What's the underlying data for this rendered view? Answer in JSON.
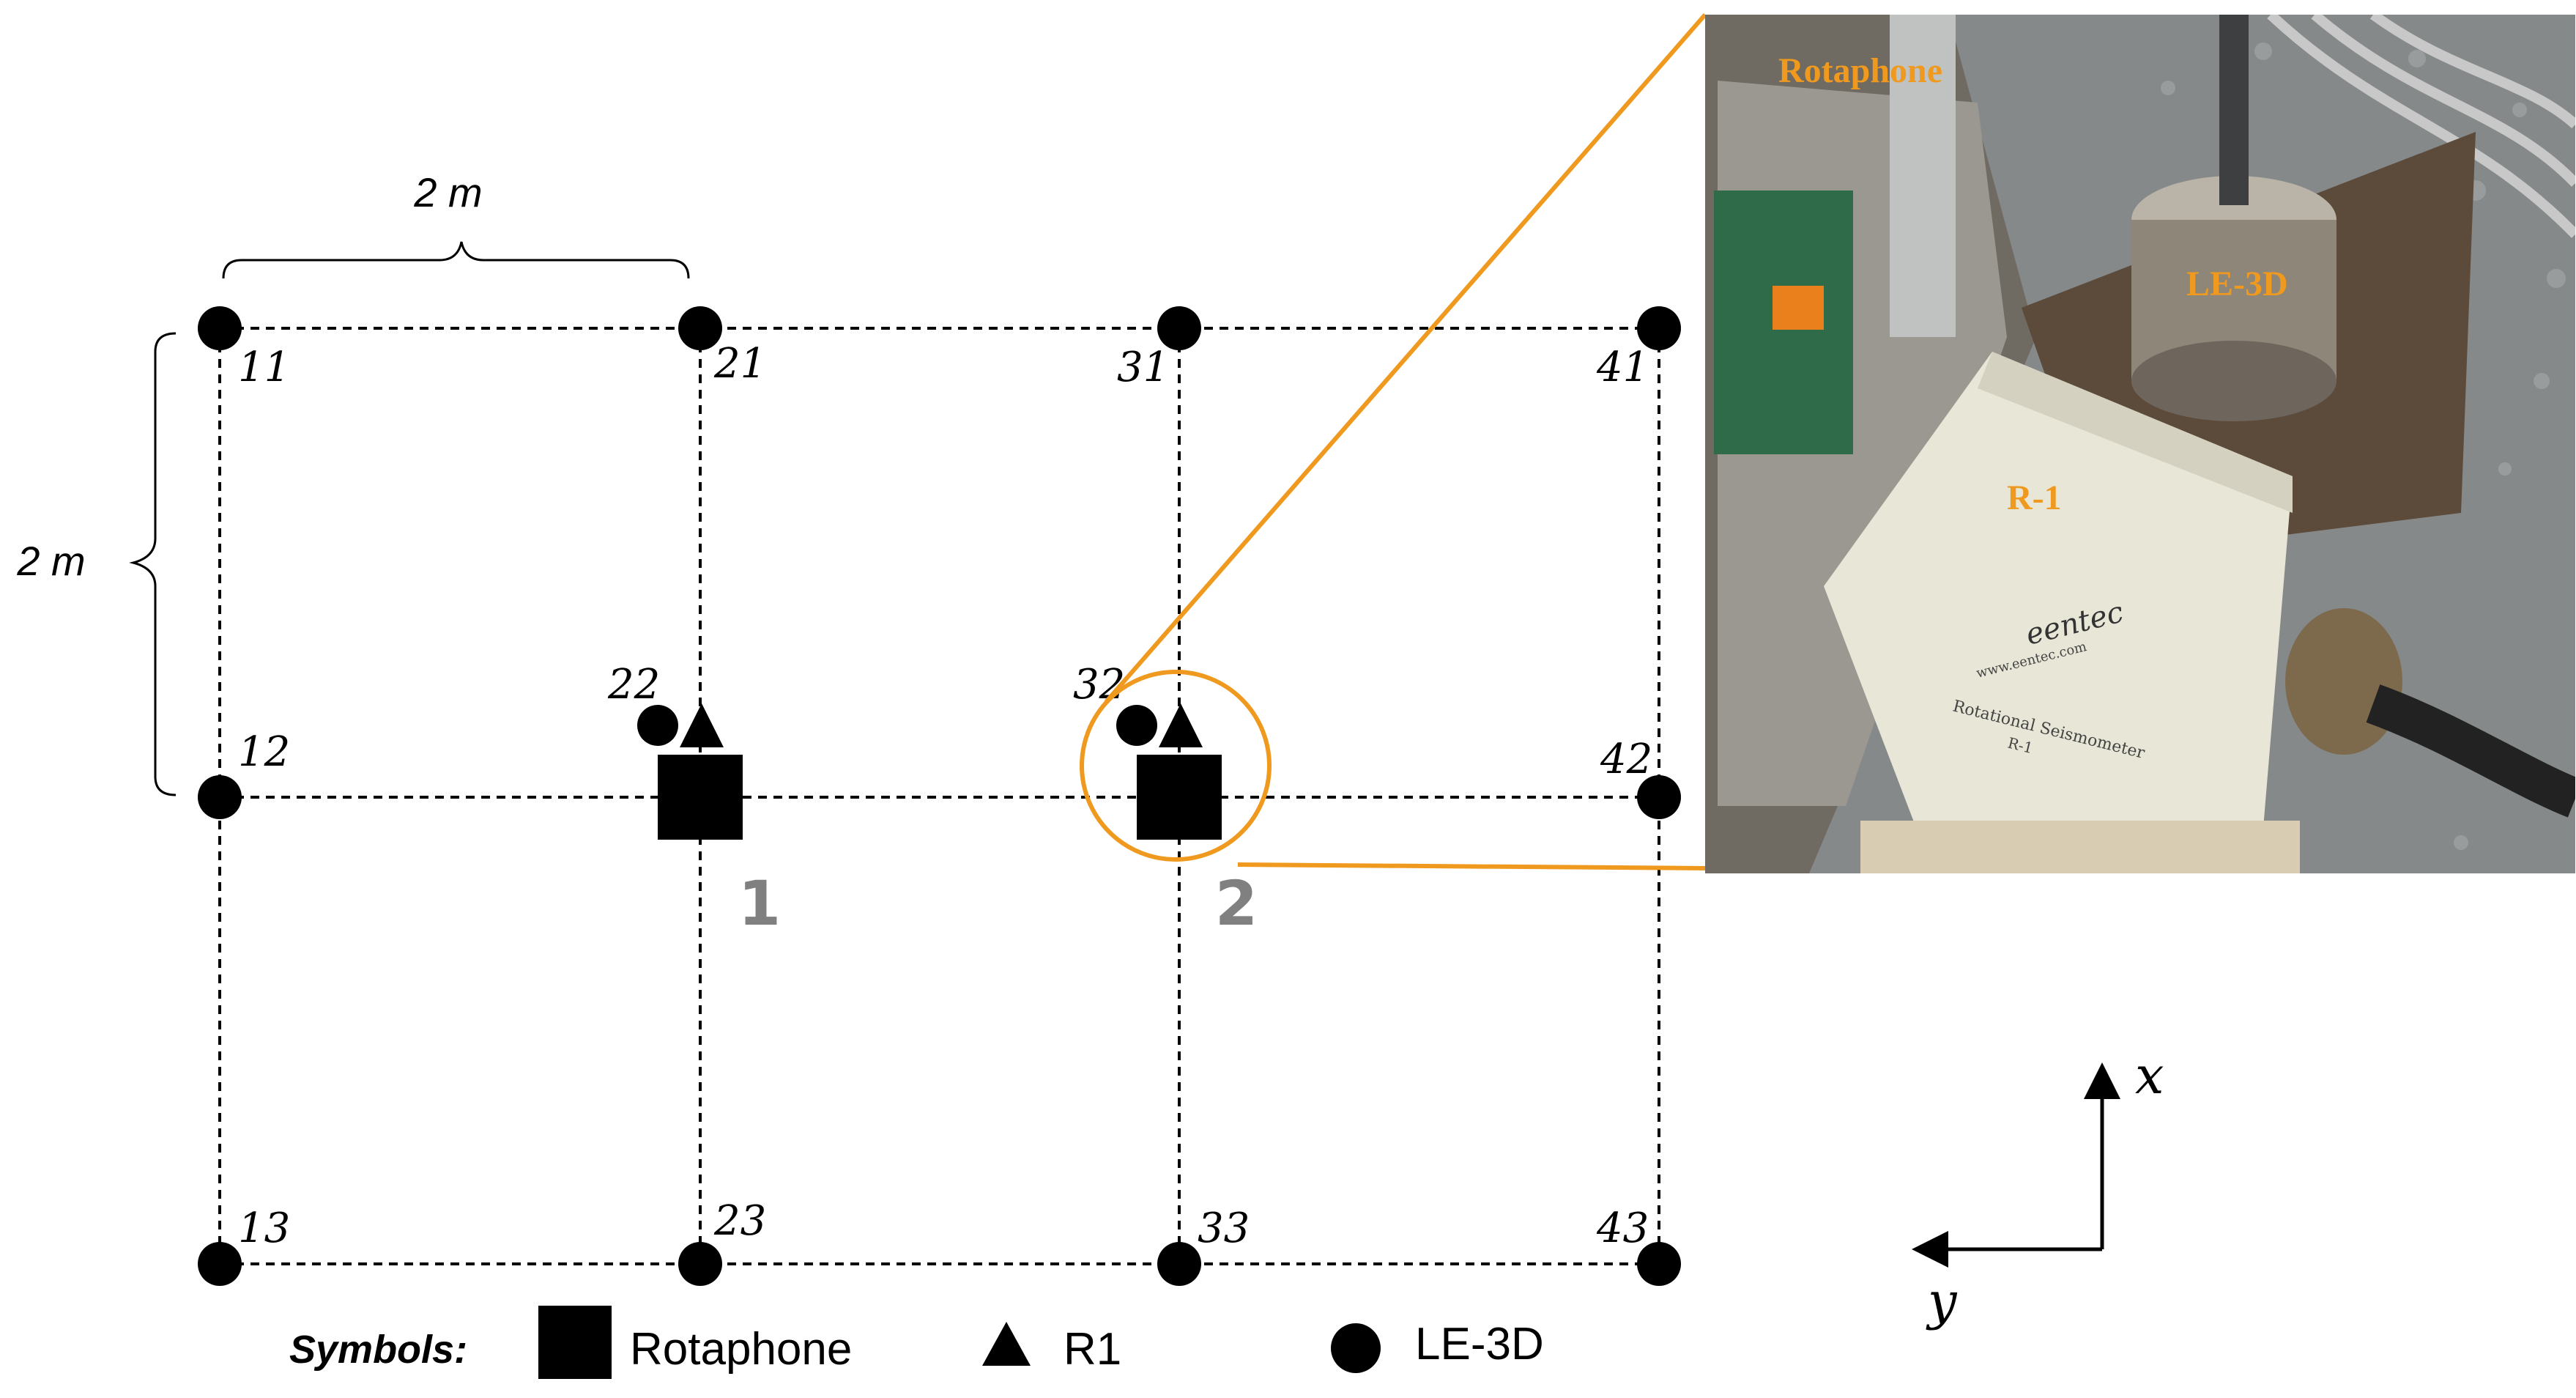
{
  "dimension_labels": {
    "horizontal": "2 m",
    "vertical": "2 m"
  },
  "sensor_labels": [
    "11",
    "21",
    "31",
    "41",
    "12",
    "22",
    "32",
    "42",
    "13",
    "23",
    "33",
    "43"
  ],
  "positions": [
    "1",
    "2"
  ],
  "axes": {
    "x": "x",
    "y": "y"
  },
  "legend": {
    "title": "Symbols:",
    "items": [
      {
        "symbol": "square",
        "label": "Rotaphone"
      },
      {
        "symbol": "triangle",
        "label": "R1"
      },
      {
        "symbol": "circle",
        "label": "LE-3D"
      }
    ]
  },
  "photo": {
    "labels": {
      "rotaphone": "Rotaphone",
      "le3d": "LE-3D",
      "r1": "R-1"
    },
    "device_text": {
      "brand": "eentec",
      "url": "www.eentec.com",
      "model": "Rotational Seismometer",
      "code": "R-1"
    }
  },
  "colors": {
    "highlight": "#ef9a1f",
    "position_label": "#808080",
    "symbol": "#000000"
  }
}
